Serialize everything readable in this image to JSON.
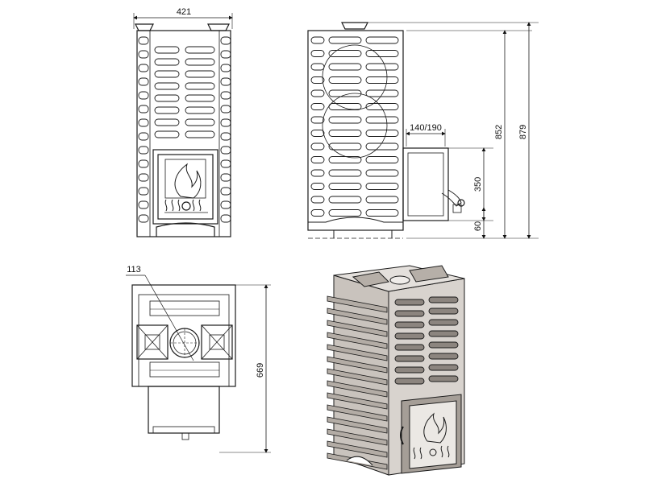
{
  "dimensions": {
    "width": "421",
    "side_height": "852",
    "total_height": "879",
    "chimney_offset": "140/190",
    "door_height": "350",
    "base_height": "60",
    "flue_diameter": "113",
    "depth": "669"
  },
  "colors": {
    "line": "#1a1a1a",
    "steel": "#c9c3bd",
    "steel_dark": "#8c857f",
    "steel_light": "#e4e0dc"
  }
}
